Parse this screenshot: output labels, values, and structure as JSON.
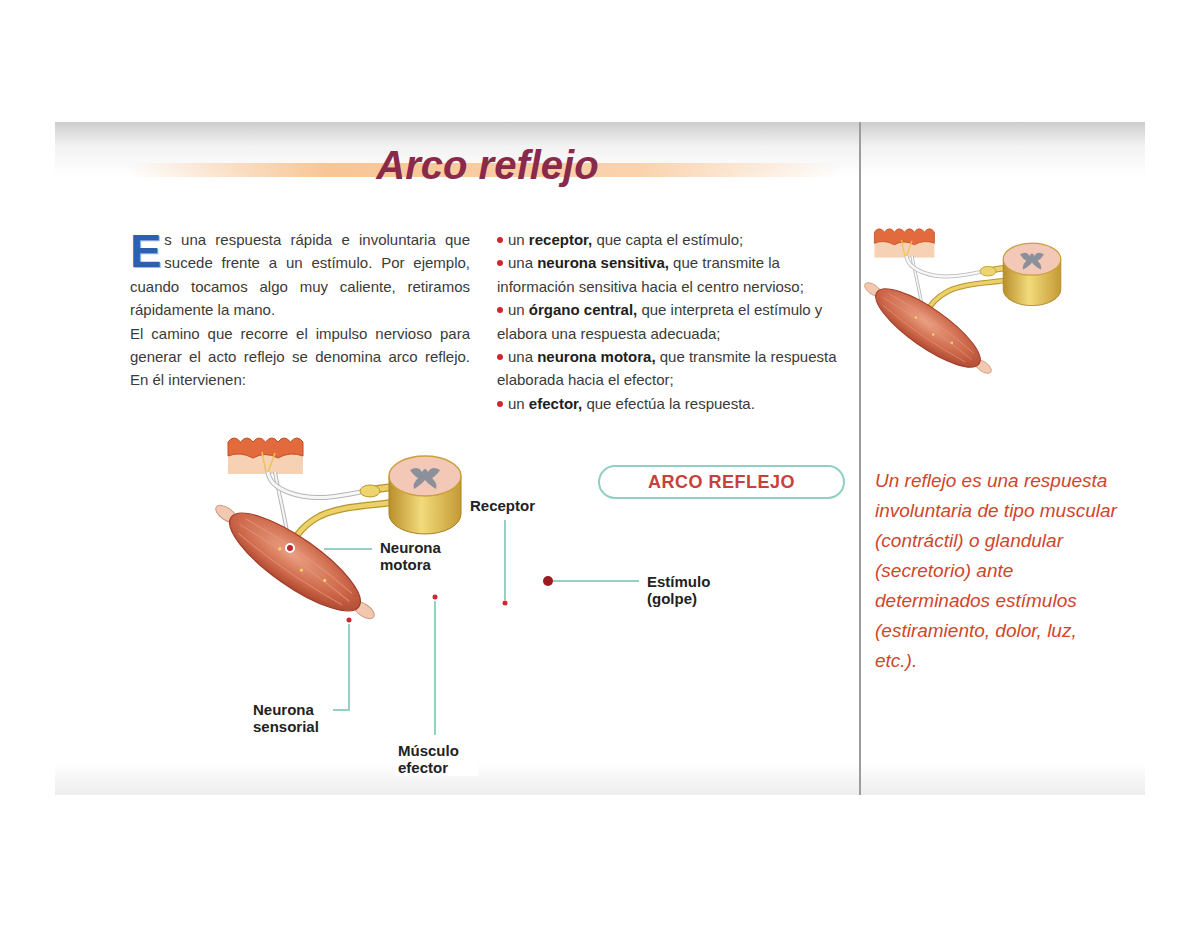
{
  "diagram": {
    "title": "Arco reflejo",
    "nodes": [
      {
        "text": [
          "ARCO REFLEJO"
        ]
      }
    ],
    "labels": [
      "Es una respuesta rápida e involuntaria que sucede frente a un estímulo. Por ejemplo, cuando tocamos algo muy caliente, retiramos rápidamente la mano.",
      "El camino que recorre el impulso nervioso para generar el acto reflejo se denomina arco reflejo. En él intervienen:",
      "un receptor, que capta el estímulo;",
      "una neurona sensitiva, que transmite la información sensitiva hacia el centro nervioso;",
      "un órgano central, que interpreta el estímulo y elabora una respuesta adecuada;",
      "una neurona motora, que transmite la respuesta elaborada hacia el efector;",
      "un efector, que efectúa la respuesta.",
      "Receptor",
      "Neurona motora",
      "Estímulo (golpe)",
      "Neurona sensorial",
      "Músculo efector",
      "Un reflejo es una respuesta involuntaria de tipo muscular (contráctil) o glandular (secretorio) ante determinados estímulos (estiramiento, dolor, luz, etc.)."
    ]
  }
}
